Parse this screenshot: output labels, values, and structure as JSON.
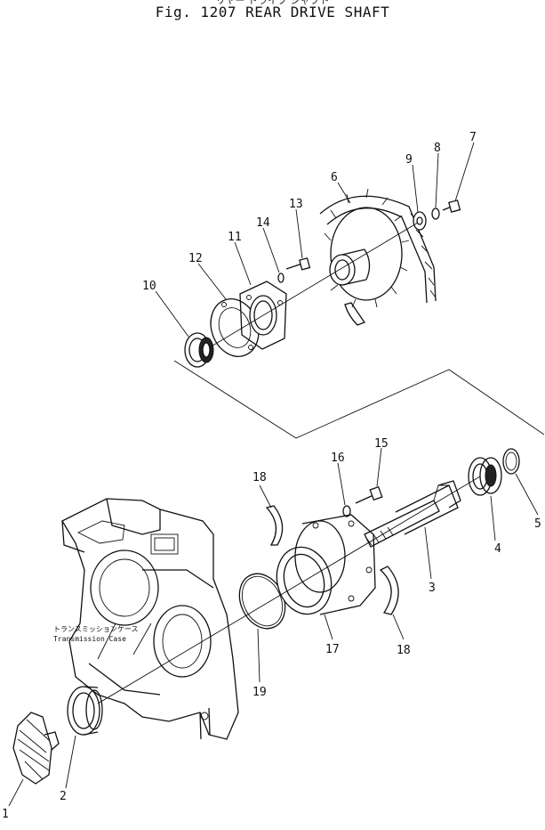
{
  "header": {
    "subtitle_jp": "リヤー ドライブ シャフト",
    "title": "Fig. 1207   REAR DRIVE SHAFT"
  },
  "case_label": {
    "jp": "トランスミッションケース",
    "en": "Transmission Case"
  },
  "callouts": [
    "1",
    "2",
    "3",
    "4",
    "5",
    "6",
    "7",
    "8",
    "9",
    "10",
    "11",
    "12",
    "13",
    "14",
    "15",
    "16",
    "17",
    "18",
    "18",
    "19"
  ]
}
